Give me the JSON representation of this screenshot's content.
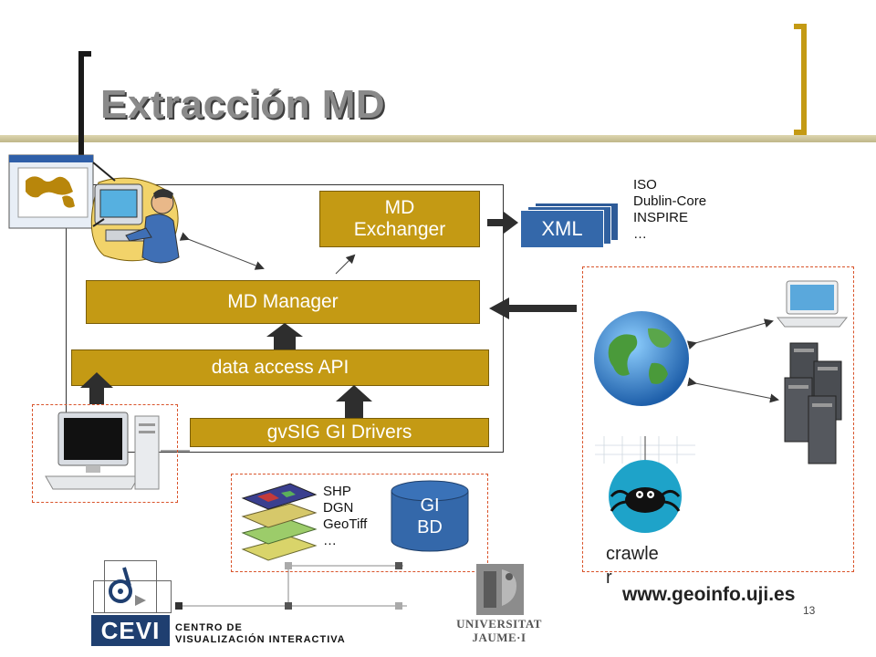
{
  "slide": {
    "title": "Extracción MD",
    "page_number": "13",
    "website": "www.geoinfo.uji.es"
  },
  "boxes": {
    "md_exchanger": [
      "MD",
      "Exchanger"
    ],
    "md_manager": "MD Manager",
    "data_access_api": "data access API",
    "gvsig_drivers": "gvSIG GI Drivers",
    "xml": "XML",
    "gi_bd": [
      "GI",
      "BD"
    ]
  },
  "standards": [
    "ISO",
    "Dublin-Core",
    "INSPIRE",
    "…"
  ],
  "formats": [
    "SHP",
    "DGN",
    "GeoTiff",
    "…"
  ],
  "crawler_label": [
    "crawle",
    "r"
  ],
  "logos": {
    "cevi": {
      "mark": "CEVI",
      "text_lines": [
        "Centro de",
        "Visualización Interactiva"
      ]
    },
    "uji": {
      "text_lines": [
        "Universitat",
        "Jaume·I"
      ]
    }
  },
  "colors": {
    "box_fill": "#c49a14",
    "dashed_border": "#d9542b",
    "arrow": "#333333",
    "title_bracket": "#c49a14",
    "title_rule": "#cfc79a"
  }
}
